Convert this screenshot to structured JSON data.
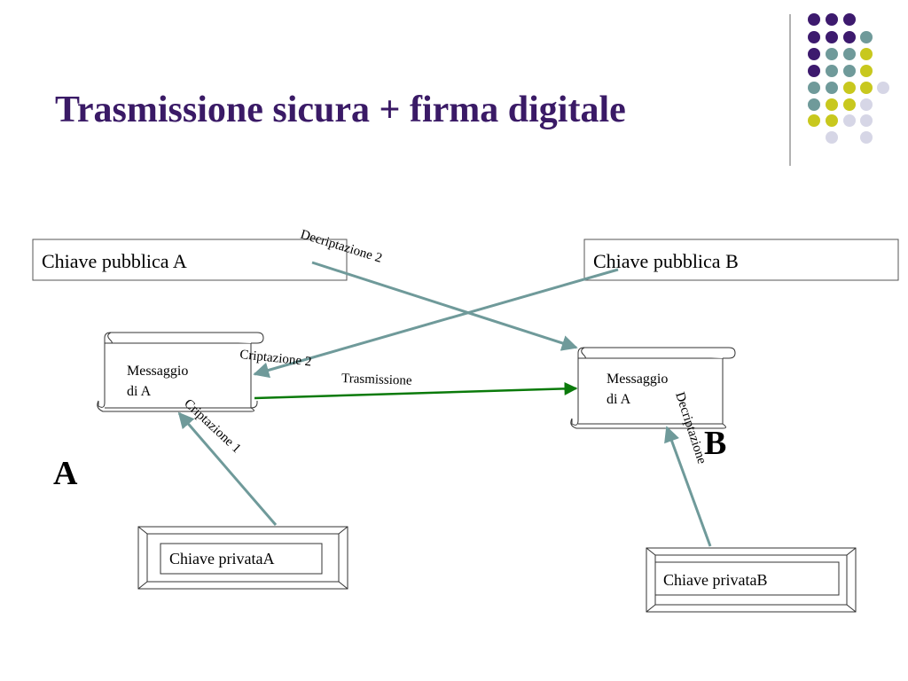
{
  "title": "Trasmissione sicura + firma digitale",
  "colors": {
    "title": "#3a1a66",
    "dot_purple": "#3d1a6e",
    "dot_teal": "#6f9a9a",
    "dot_yellow": "#c8c81e",
    "dot_lavender": "#d6d6e6",
    "arrow_teal": "#6f9a9a",
    "arrow_green": "#0a7a0a"
  },
  "boxes": {
    "public_key_a": "Chiave pubblica A",
    "public_key_b": "Chiave pubblica B",
    "private_key_a": "Chiave privataA",
    "private_key_b": "Chiave privataB"
  },
  "scrolls": {
    "message_a_line1": "Messaggio",
    "message_a_line2": "di A",
    "message_b_line1": "Messaggio",
    "message_b_line2": "di A"
  },
  "parties": {
    "a": "A",
    "b": "B"
  },
  "arrow_labels": {
    "decrypt_2": "Decriptazione 2",
    "encrypt_2": "Criptazione 2",
    "transmission": "Trasmissione",
    "encrypt_1": "Criptazione 1",
    "decrypt": "Decriptazione"
  }
}
